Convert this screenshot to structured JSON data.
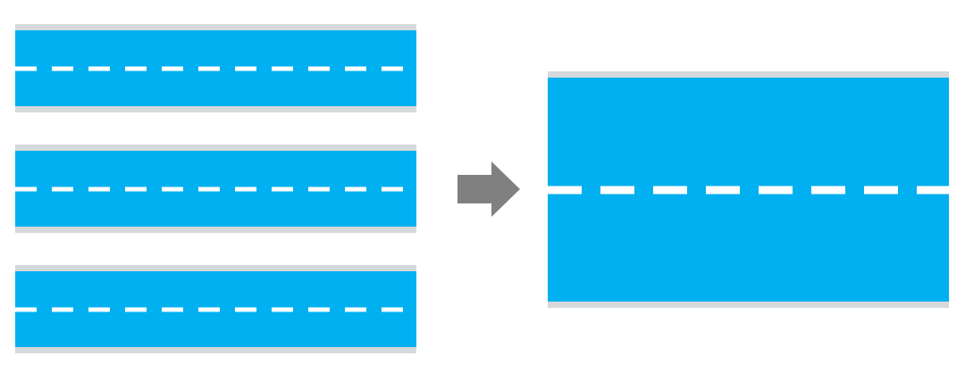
{
  "colors": {
    "road_fill": "#00b0f0",
    "road_edge": "#d6d9dc",
    "lane_marking": "#ffffff",
    "arrow": "#808080"
  },
  "diagram": {
    "input_roads": [
      {
        "id": "road-1",
        "center_line": "dashed"
      },
      {
        "id": "road-2",
        "center_line": "dashed"
      },
      {
        "id": "road-3",
        "center_line": "dashed"
      }
    ],
    "connector": {
      "icon": "right-arrow-icon"
    },
    "output_road": {
      "id": "road-merged",
      "center_line": "dashed"
    }
  }
}
